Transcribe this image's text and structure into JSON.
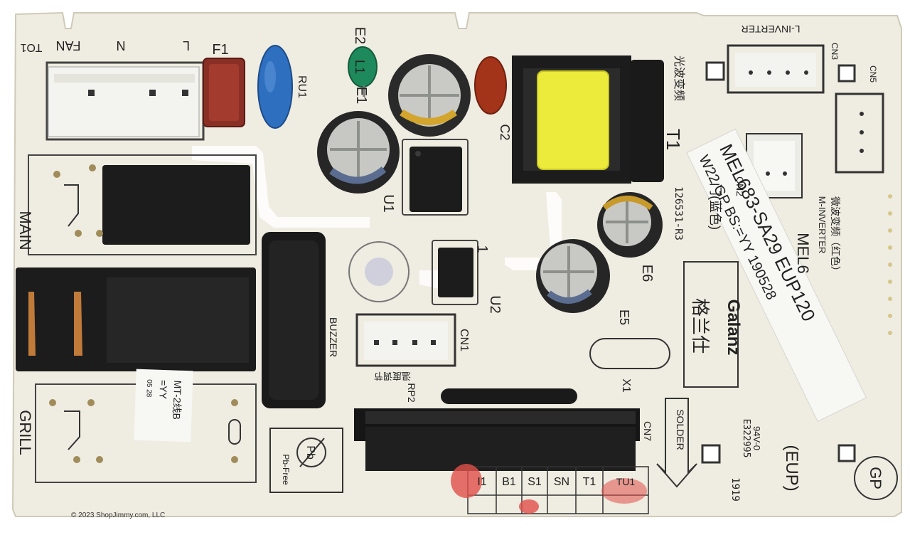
{
  "board_labels": {
    "to1": "TO1",
    "fan": "FAN",
    "n": "N",
    "l": "L",
    "f1": "F1",
    "ru1": "RU1",
    "e2": "E2",
    "l1": "L1",
    "e1": "E1",
    "c2": "C2",
    "t1": "T1",
    "u1": "U1",
    "main": "MAIN",
    "grill": "GRILL",
    "buzzer": "BUZZER",
    "u2": "U2",
    "pin1": "1",
    "cn1": "CN1",
    "rp2": "RP2",
    "cn7": "CN7",
    "x1": "X1",
    "e5": "E5",
    "e6": "E6",
    "cn2": "CN2",
    "cn3": "CN3",
    "cn5": "CN5",
    "l_inverter": "L-INVERTER",
    "m_inverter": "M-INVERTER",
    "part_code": "126531-R3",
    "eup": "(EUP)",
    "gp": "GP",
    "solder": "SOLDER",
    "pb_free": "Pb-Free",
    "pb": "Pb",
    "rating": "94V-0",
    "file_no": "E322995",
    "date_code": "1919",
    "brand": "Galanz",
    "cn_inverter": "光波变频",
    "cn_m_inverter": "微波变频（红色）",
    "cn_door": "门(蓝色)",
    "cn_brand": "格兰仕",
    "cn_rp2": "温度调节",
    "mel_main": "MEL6"
  },
  "sticker_main": {
    "line1": "MEL683-SA29 EUP120",
    "line2": "W22 GP BS:=YY 190528"
  },
  "sticker_small": {
    "line1": "MT-2线B",
    "line2": "=YY",
    "line3": "05 28"
  },
  "terminal_labels": [
    "I1",
    "B1",
    "S1",
    "SN",
    "T1",
    "TU1"
  ],
  "copyright": "© 2023 ShopJimmy.com, LLC",
  "colors": {
    "pcb": "#efece1",
    "relay": "#1c1c1c",
    "capacitor_blue": "#2f6fbf",
    "capacitor_green": "#1e8a5c",
    "capacitor_red": "#a33319",
    "coil_yellow": "#ecea3a",
    "connector_white": "#f3f3ef",
    "marker_red": "#e0504a"
  }
}
